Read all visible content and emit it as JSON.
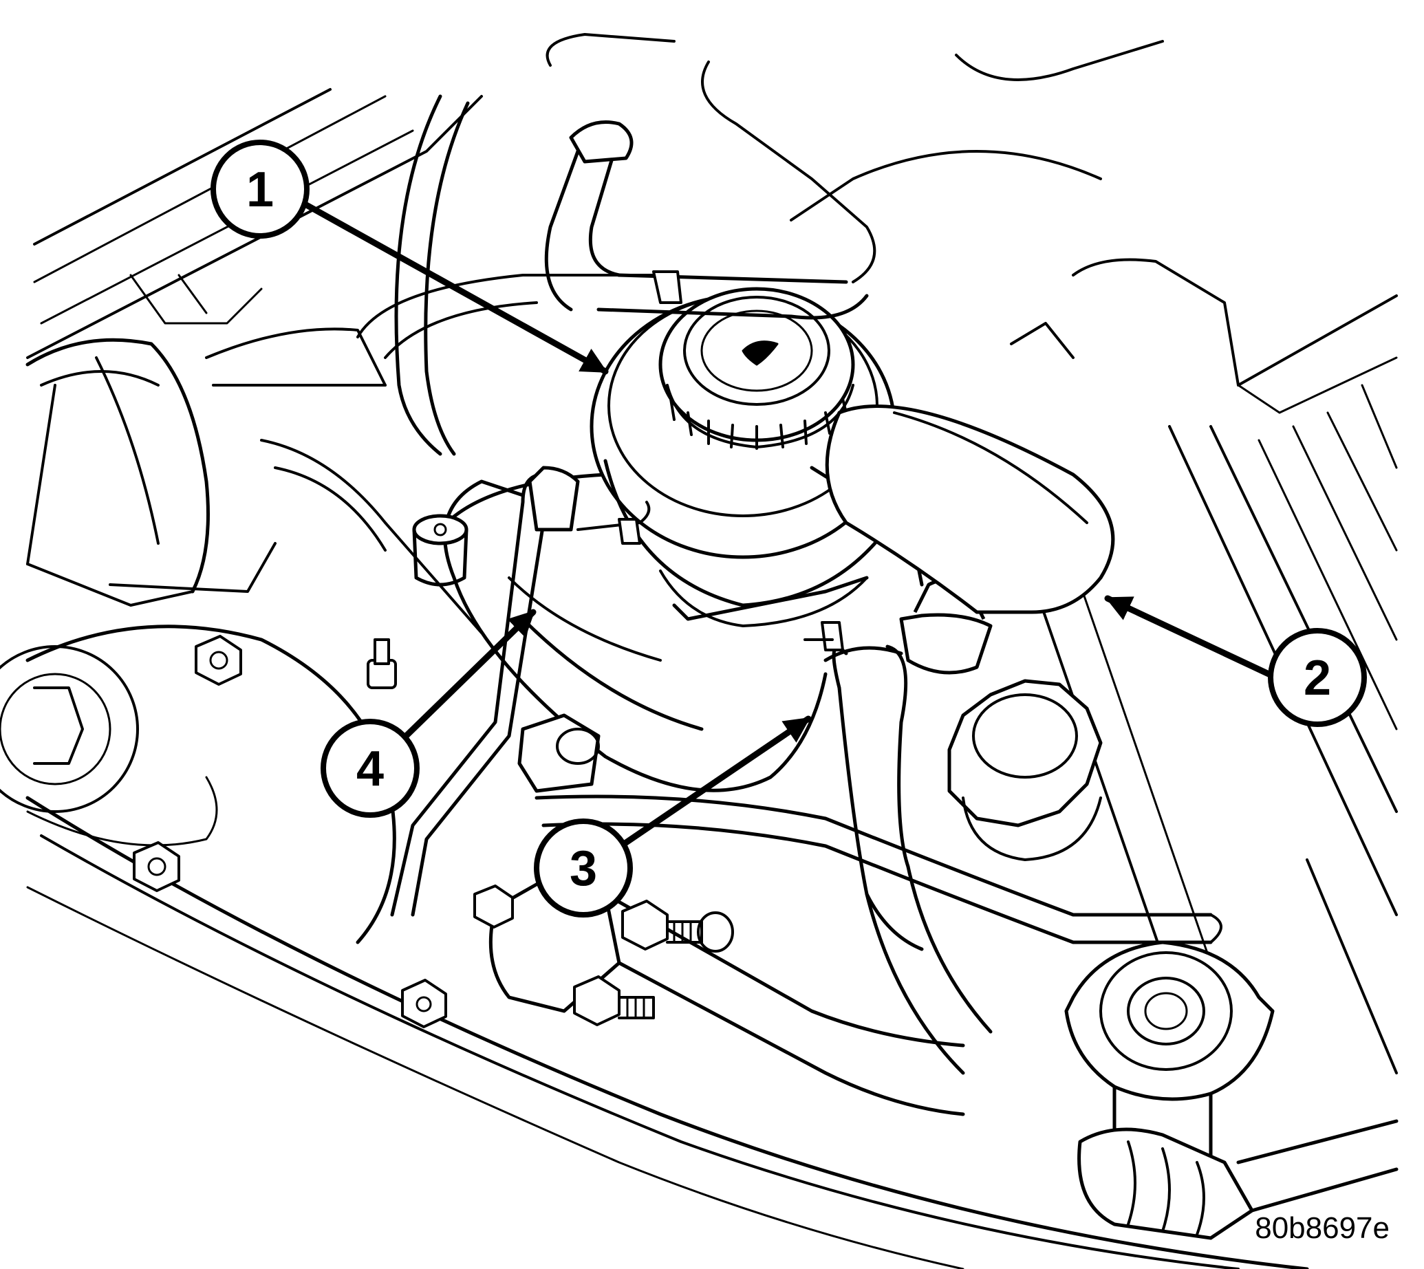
{
  "callouts": [
    {
      "label": "1"
    },
    {
      "label": "2"
    },
    {
      "label": "3"
    },
    {
      "label": "4"
    }
  ],
  "figure_reference": "80b8697e",
  "colors": {
    "line": "#000000",
    "background": "#ffffff"
  }
}
